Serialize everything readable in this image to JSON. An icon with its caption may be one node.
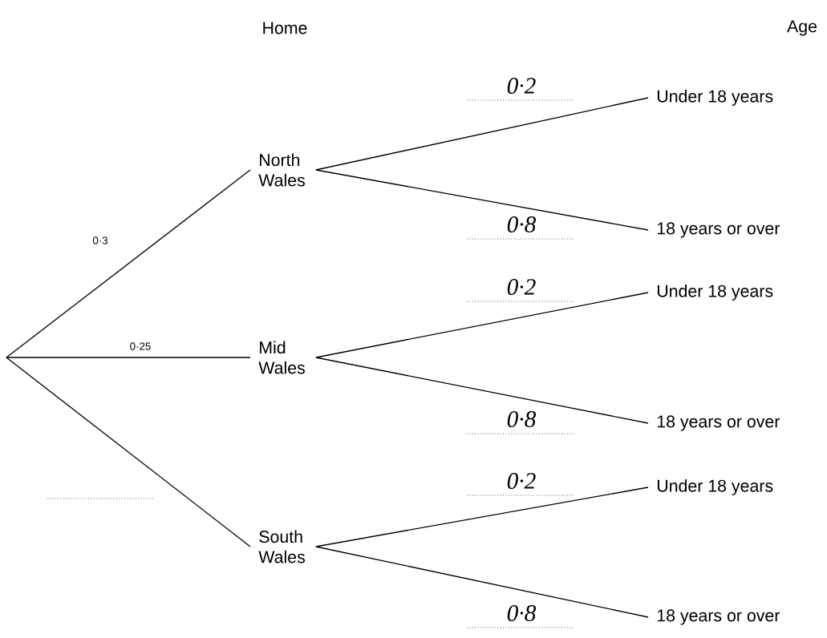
{
  "diagram": {
    "nodes": [
      {
        "text": [
          "North Wales"
        ]
      },
      {
        "text": [
          "Mid Wales"
        ]
      },
      {
        "text": [
          "South Wales"
        ]
      },
      {
        "text": [
          "Under 18 years"
        ]
      },
      {
        "text": [
          "18 years or over"
        ]
      },
      {
        "text": [
          "Under 18 years"
        ]
      },
      {
        "text": [
          "18 years or over"
        ]
      },
      {
        "text": [
          "Under 18 years"
        ]
      },
      {
        "text": [
          "18 years or over"
        ]
      }
    ],
    "edges": [
      {
        "from": null,
        "to": 0,
        "arrow": "none",
        "label": "0·3"
      },
      {
        "from": null,
        "to": 1,
        "arrow": "none",
        "label": "0·25"
      },
      {
        "from": null,
        "to": 2,
        "arrow": "none"
      },
      {
        "from": 0,
        "to": 3,
        "arrow": "none",
        "label": "0·2"
      },
      {
        "from": 0,
        "to": 4,
        "arrow": "none",
        "label": "0·8"
      },
      {
        "from": 1,
        "to": 5,
        "arrow": "none",
        "label": "0·2"
      },
      {
        "from": 1,
        "to": 6,
        "arrow": "none",
        "label": "0·8"
      },
      {
        "from": 2,
        "to": 7,
        "arrow": "none",
        "label": "0·2"
      },
      {
        "from": 2,
        "to": 8,
        "arrow": "none",
        "label": "0·8"
      }
    ],
    "labels": [
      "Home",
      "Age"
    ]
  }
}
